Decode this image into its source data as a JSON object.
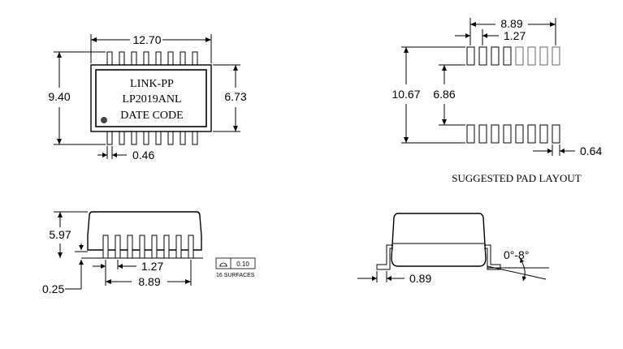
{
  "top_view": {
    "width_dim": "12.70",
    "height_dim": "9.40",
    "body_dim": "6.73",
    "lead_dim": "0.46",
    "marking": {
      "line1": "LINK-PP",
      "line2": "LP2019ANL",
      "line3": "DATE CODE"
    }
  },
  "pad_layout": {
    "span_dim": "8.89",
    "pitch_dim": "1.27",
    "outer_dim": "10.67",
    "inner_dim": "6.86",
    "pad_width_dim": "0.64",
    "caption": "SUGGESTED PAD LAYOUT"
  },
  "side_view": {
    "height_dim": "5.97",
    "standoff_dim": "0.25",
    "pitch_dim": "1.27",
    "span_dim": "8.89",
    "coplanarity_value": "0.10",
    "coplanarity_note": "16 SURFACES"
  },
  "end_view": {
    "foot_dim": "0.89",
    "angle_dim": "0°-8°"
  }
}
